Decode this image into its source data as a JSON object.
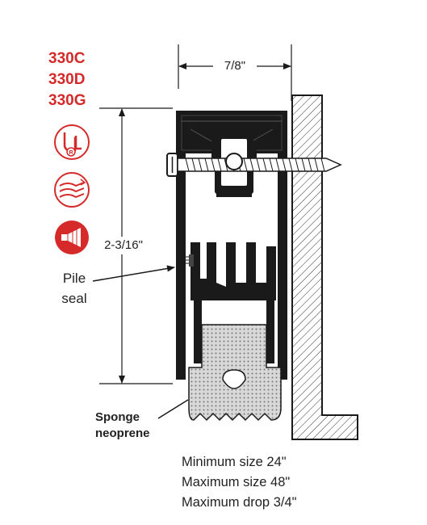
{
  "models": [
    "330C",
    "330D",
    "330G"
  ],
  "dimensions": {
    "width": "7/8\"",
    "height": "2-3/16\""
  },
  "labels": {
    "pile_seal_line1": "Pile",
    "pile_seal_line2": "seal",
    "sponge_line1": "Sponge",
    "sponge_line2": "neoprene"
  },
  "specs": [
    "Minimum size 24\"",
    "Maximum size 48\"",
    "Maximum drop 3/4\""
  ],
  "icons": [
    "ul-listed-icon",
    "smoke-airflow-icon",
    "sound-horn-icon"
  ],
  "colors": {
    "accent": "#d62a2a",
    "line": "#1a1a1a",
    "sponge": "#d8d8d8"
  }
}
